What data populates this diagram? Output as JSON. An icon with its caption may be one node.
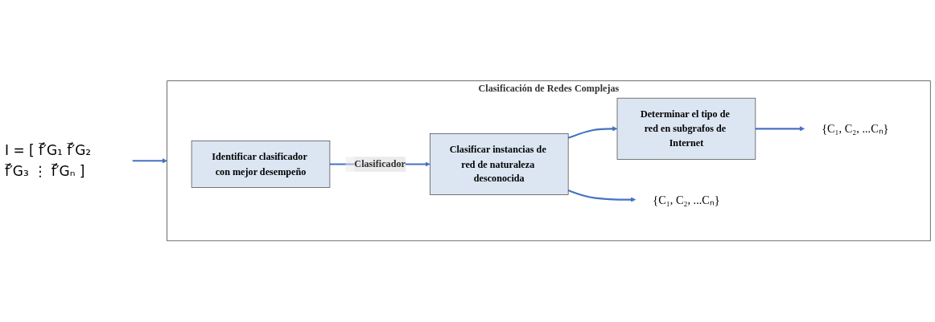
{
  "diagram": {
    "nodes": [
      {
        "text": [
          "Clasificación de Redes Complejas"
        ]
      },
      {
        "text": [
          "Identificar clasificador con mejor desempeño"
        ],
        "in": 0
      },
      {
        "text": [
          "Clasificar instancias de red de naturaleza desconocida"
        ],
        "in": 0
      },
      {
        "text": [
          "Determinar el tipo de red en subgrafos de Internet"
        ],
        "in": 0
      },
      {
        "text": [
          "{C₁, C₂, ...Cₙ}"
        ],
        "in": 0
      },
      {
        "text": [
          "{C₁, C₂, ...Cₙ}"
        ],
        "in": 0
      }
    ],
    "edges": [
      {
        "from": null,
        "to": 0,
        "arrow": "to"
      },
      {
        "from": 1,
        "to": 2,
        "arrow": "to",
        "label": "Clasificador"
      },
      {
        "from": 2,
        "to": 3,
        "arrow": "to"
      },
      {
        "from": 2,
        "to": 4,
        "arrow": "to"
      },
      {
        "from": 3,
        "to": 5,
        "arrow": "to"
      }
    ],
    "labels": [
      "I = [ f⃗′G₁ f⃗′G₂ f⃗′G₃ ⋮ f⃗′Gₙ ]"
    ]
  }
}
